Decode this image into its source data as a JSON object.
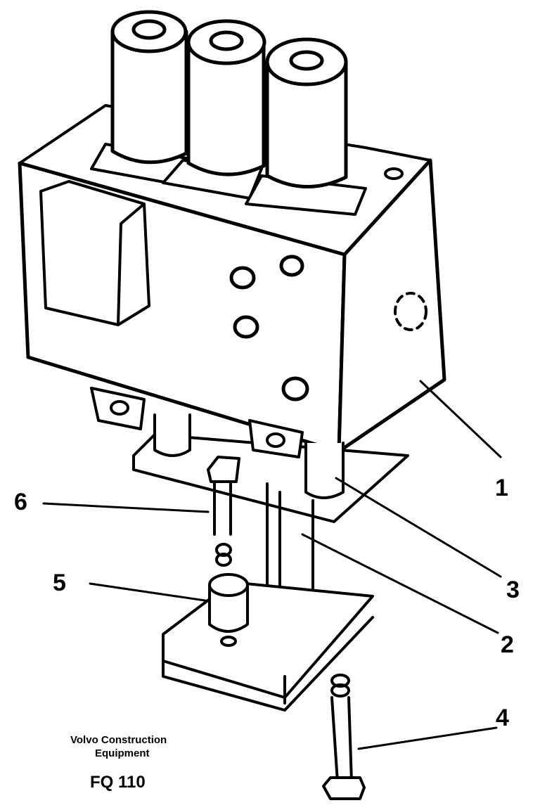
{
  "callouts": {
    "c1": "1",
    "c2": "2",
    "c3": "3",
    "c4": "4",
    "c5": "5",
    "c6": "6"
  },
  "caption": {
    "line1": "Volvo Construction",
    "line2": "Equipment",
    "code": "FQ 110"
  }
}
